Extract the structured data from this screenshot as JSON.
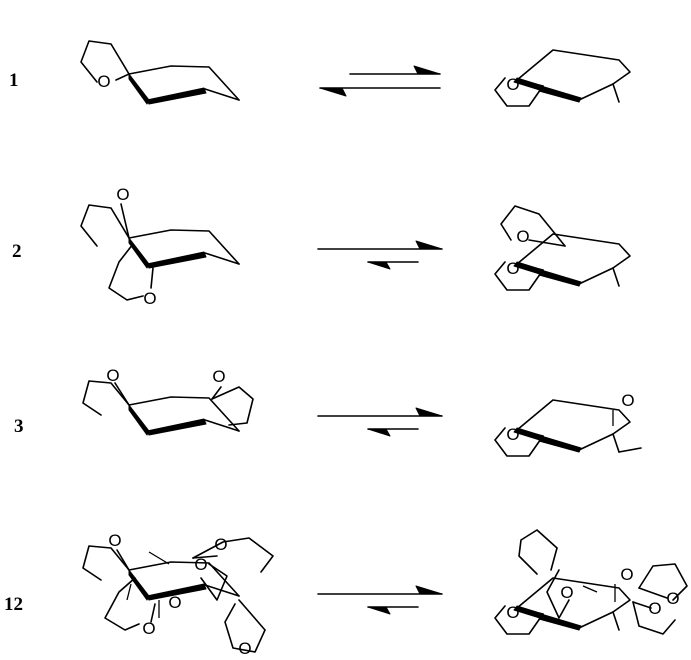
{
  "equilibria": [
    {
      "label": "1",
      "favored": "left"
    },
    {
      "label": "2",
      "favored": "right"
    },
    {
      "label": "3",
      "favored": "right"
    },
    {
      "label": "12",
      "favored": "right"
    }
  ],
  "atoms": {
    "oxygen": "O"
  }
}
